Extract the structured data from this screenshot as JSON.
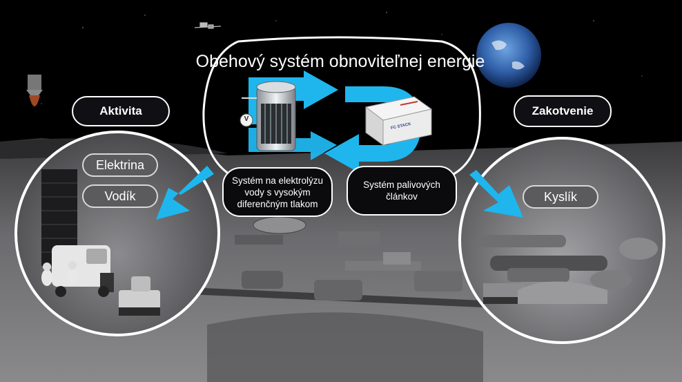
{
  "title": "Obehový systém obnoviteľnej energie",
  "left_badge": "Aktivita",
  "right_badge": "Zakotvenie",
  "outputs": {
    "electricity": "Elektrina",
    "hydrogen": "Vodík",
    "oxygen": "Kyslík"
  },
  "systems": {
    "electrolysis": "Systém na elektrolýzu vody s vysokým diferenčným tlakom",
    "fuel_cell": "Systém palivových článkov"
  },
  "device_labels": {
    "electrolyzer_marker": "V",
    "fc_stack_text": "FC STACK"
  },
  "colors": {
    "arrow_cyan": "#1fb6ee",
    "background": "#000000",
    "pill_gray": "#5b5b5d"
  }
}
